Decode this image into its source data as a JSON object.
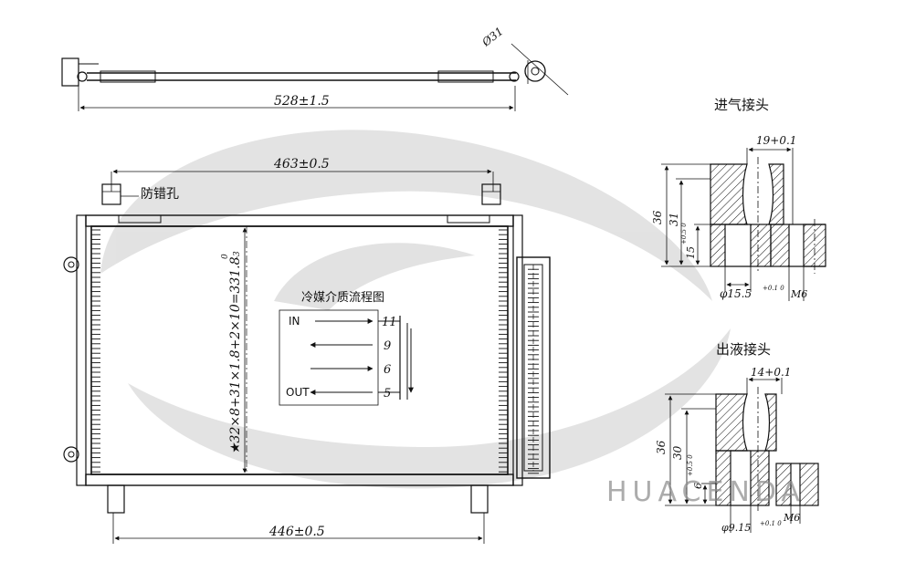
{
  "top_view": {
    "length_dim": "528±1.5",
    "pipe_dia": "Ø31"
  },
  "front_view": {
    "width_dim": "463±0.5",
    "bottom_dim": "446±0.5",
    "anti_error_label": "防错孔",
    "core_spec": "★32×8+31×1.8+2×10=331.8",
    "core_tol_upper": "0",
    "core_tol_lower": "-3"
  },
  "flow": {
    "title": "冷媒介质流程图",
    "in_label": "IN",
    "out_label": "OUT",
    "passes": [
      "11",
      "9",
      "6",
      "5"
    ]
  },
  "inlet": {
    "title": "进气接头",
    "top_dim": "19+0.1",
    "h_total": "36",
    "h_mid": "31",
    "h_low": "15",
    "h_low_tol": "+0.5 0",
    "bore_dim": "φ15.5",
    "bore_tol": "+0.1 0",
    "thread": "M6"
  },
  "outlet": {
    "title": "出液接头",
    "top_dim": "14+0.1",
    "h_total": "36",
    "h_mid": "30",
    "h_low": "6",
    "h_low_tol": "+0.5 0",
    "bore_dim": "φ9.15",
    "bore_tol": "+0.1 0",
    "thread": "M6"
  },
  "watermark": "HUACENDA"
}
